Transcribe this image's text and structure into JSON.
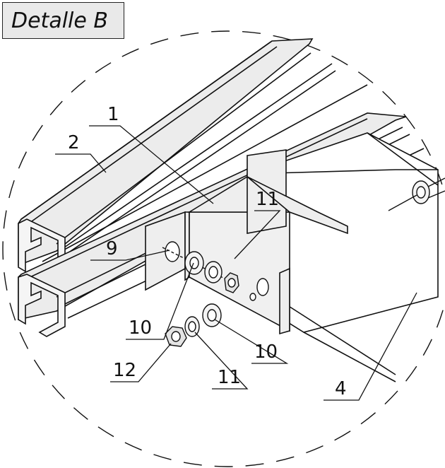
{
  "title": "Detalle B",
  "callouts": {
    "c1": "1",
    "c2": "2",
    "c4": "4",
    "c9": "9",
    "c10a": "10",
    "c10b": "10",
    "c11a": "11",
    "c11b": "11",
    "c12": "12"
  },
  "colors": {
    "line": "#111111",
    "metal": "#e8e8e8",
    "title_bg": "#e9e9e9"
  }
}
